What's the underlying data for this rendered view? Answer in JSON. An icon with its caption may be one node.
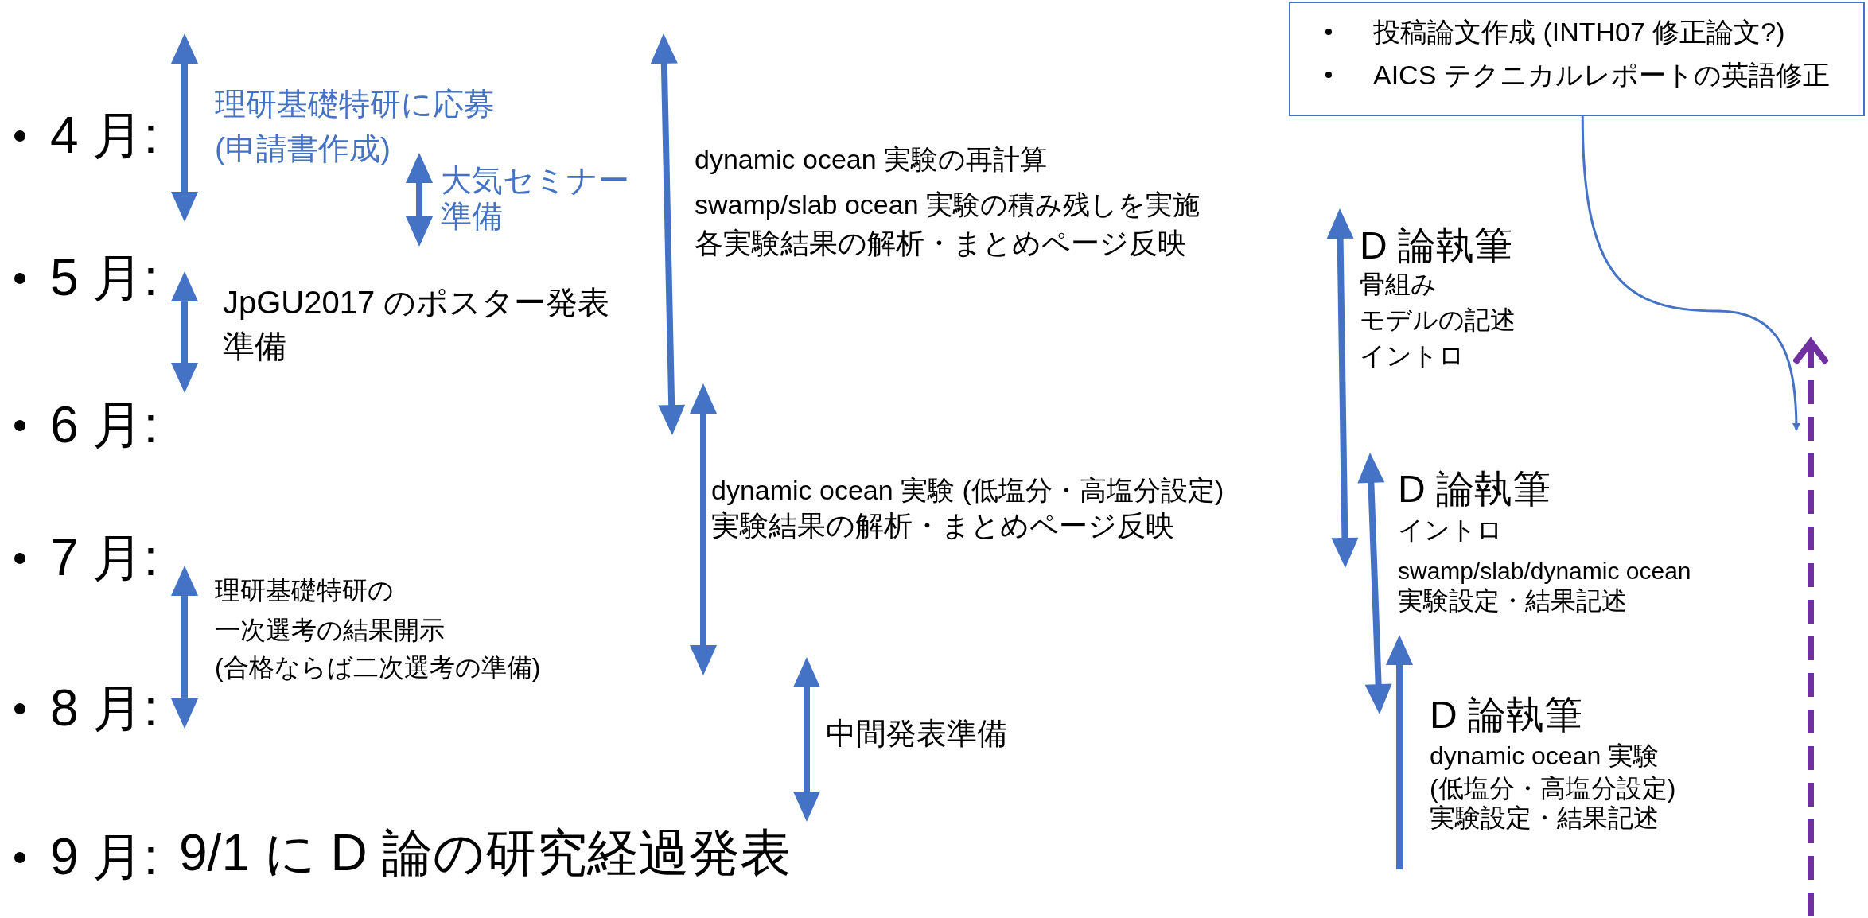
{
  "diagram": {
    "nodes": [
      {
        "text": [
          "投稿論文作成 (INTH07 修正論文?)",
          "AICS テクニカルレポートの英語修正"
        ]
      },
      {
        "text": [],
        "shape": "arrow"
      }
    ],
    "edges": [
      {
        "from": 0,
        "to": 1,
        "arrow": "to"
      }
    ],
    "labels": [
      "4 月:",
      "理研基礎特研に応募",
      "(申請書作成)",
      "大気セミナー",
      "準備",
      "dynamic ocean 実験の再計算",
      "swamp/slab ocean 実験の積み残しを実施",
      "各実験結果の解析・まとめページ反映",
      "D 論執筆",
      "骨組み",
      "モデルの記述",
      "イントロ",
      "5 月:",
      "JpGU2017 のポスター発表",
      "準備",
      "6 月:",
      "dynamic ocean 実験 (低塩分・高塩分設定)",
      "実験結果の解析・まとめページ反映",
      "D 論執筆",
      "イントロ",
      "swamp/slab/dynamic ocean",
      "実験設定・結果記述",
      "7 月:",
      "理研基礎特研の",
      "一次選考の結果開示",
      "(合格ならば二次選考の準備)",
      "8 月:",
      "中間発表準備",
      "D 論執筆",
      "dynamic ocean 実験",
      "(低塩分・高塩分設定)",
      "実験設定・結果記述",
      "9 月:",
      "9/1 に D 論の研究経過発表"
    ]
  }
}
